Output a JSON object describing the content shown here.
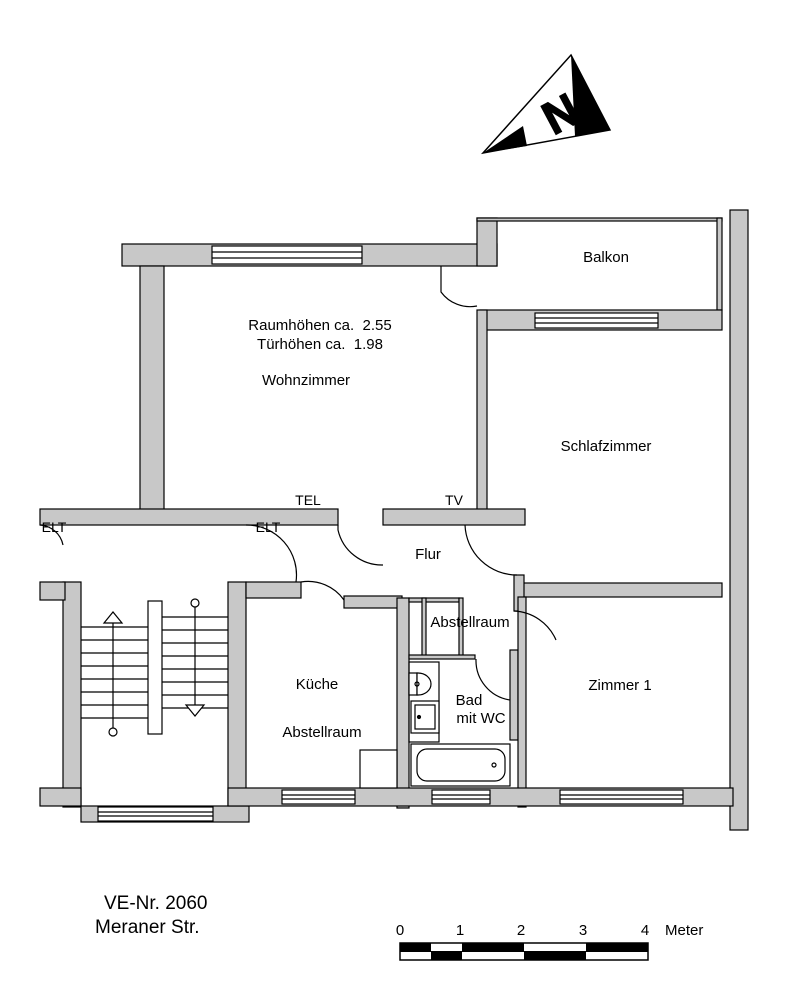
{
  "rooms": {
    "balkon": "Balkon",
    "wohnzimmer": "Wohnzimmer",
    "schlafzimmer": "Schlafzimmer",
    "flur": "Flur",
    "abstellraum_flur": "Abstellraum",
    "kueche": "Küche",
    "abstellraum_kueche": "Abstellraum",
    "bad_line1": "Bad",
    "bad_line2": "mit WC",
    "zimmer1": "Zimmer 1"
  },
  "notes": {
    "raumhoehen": "Raumhöhen ca.  2.55",
    "tuerhoehen": "Türhöhen ca.  1.98"
  },
  "sockets": {
    "tel": "TEL",
    "tv": "TV",
    "elt_left": "ELT",
    "elt_right": "ELT"
  },
  "info": {
    "ve_nr": "VE-Nr. 2060",
    "street": "Meraner Str."
  },
  "scale": {
    "ticks": [
      "0",
      "1",
      "2",
      "3",
      "4"
    ],
    "unit": "Meter"
  },
  "colors": {
    "wall": "#c8c8c8",
    "stroke": "#000000"
  },
  "north_arrow": {
    "letter": "N"
  }
}
